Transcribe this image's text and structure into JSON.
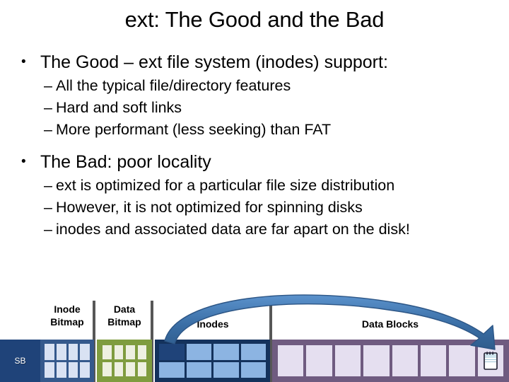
{
  "slide": {
    "title": "ext: The Good and the Bad"
  },
  "content": {
    "groups": [
      {
        "heading": "The Good – ext file system (inodes) support:",
        "bullet_glyph": "•",
        "subitems": [
          "All the typical file/directory features",
          "Hard and soft links",
          "More performant (less seeking) than FAT"
        ]
      },
      {
        "heading": "The Bad: poor locality",
        "bullet_glyph": "•",
        "subitems": [
          "ext is optimized for a particular file size distribution",
          "However, it is not optimized for spinning disks",
          "inodes and associated data are far apart on the disk!"
        ]
      }
    ],
    "dash_glyph": "–"
  },
  "diagram": {
    "name": "ext-disk-layout",
    "segments": [
      {
        "id": "superblock",
        "label": "SB",
        "cells": 1,
        "rows": 1
      },
      {
        "id": "inode-bitmap",
        "label": "Inode\nBitmap",
        "label_line1": "Inode",
        "label_line2": "Bitmap",
        "cells": 8,
        "rows": 2,
        "cols": 4
      },
      {
        "id": "data-bitmap",
        "label": "Data\nBitmap",
        "label_line1": "Data",
        "label_line2": "Bitmap",
        "cells": 8,
        "rows": 2,
        "cols": 4
      },
      {
        "id": "inodes",
        "label": "Inodes",
        "cells": 8,
        "rows": 2,
        "cols": 4,
        "highlighted_cell_index": 0
      },
      {
        "id": "data-blocks",
        "label": "Data Blocks",
        "cells": 8,
        "rows": 1,
        "cols": 8,
        "icon_cell_index": 7,
        "icon": "notepad-icon"
      }
    ],
    "annotation_arrow": {
      "name": "inode-to-data-arrow",
      "from": "inodes",
      "to": "data-blocks",
      "color": "#3a6ea5"
    },
    "colors": {
      "superblock_fill": "#1f4379",
      "inode_bitmap_cell": "#d9e2f3",
      "inode_bitmap_grid": "#35598c",
      "data_bitmap_cell": "#eef0e1",
      "data_bitmap_grid": "#7f9c3f",
      "inode_cell": "#8cb4e2",
      "inode_cell_used": "#1f4379",
      "inode_grid": "#14325c",
      "data_block_cell": "#e5dff0",
      "data_block_grid": "#6f5b80",
      "divider": "#575757",
      "arrow": "#3a6ea5"
    }
  }
}
